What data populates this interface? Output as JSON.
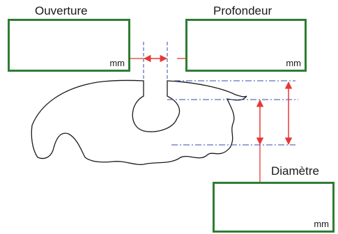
{
  "fields": {
    "ouverture": {
      "label": "Ouverture",
      "unit": "mm"
    },
    "profondeur": {
      "label": "Profondeur",
      "unit": "mm"
    },
    "diametre": {
      "label": "Diamètre",
      "unit": "mm"
    }
  },
  "colors": {
    "box_border": "#2e7d32",
    "dimension_arrow": "#e53935",
    "guide_line": "#3949ab",
    "outline": "#1a1a1a"
  }
}
